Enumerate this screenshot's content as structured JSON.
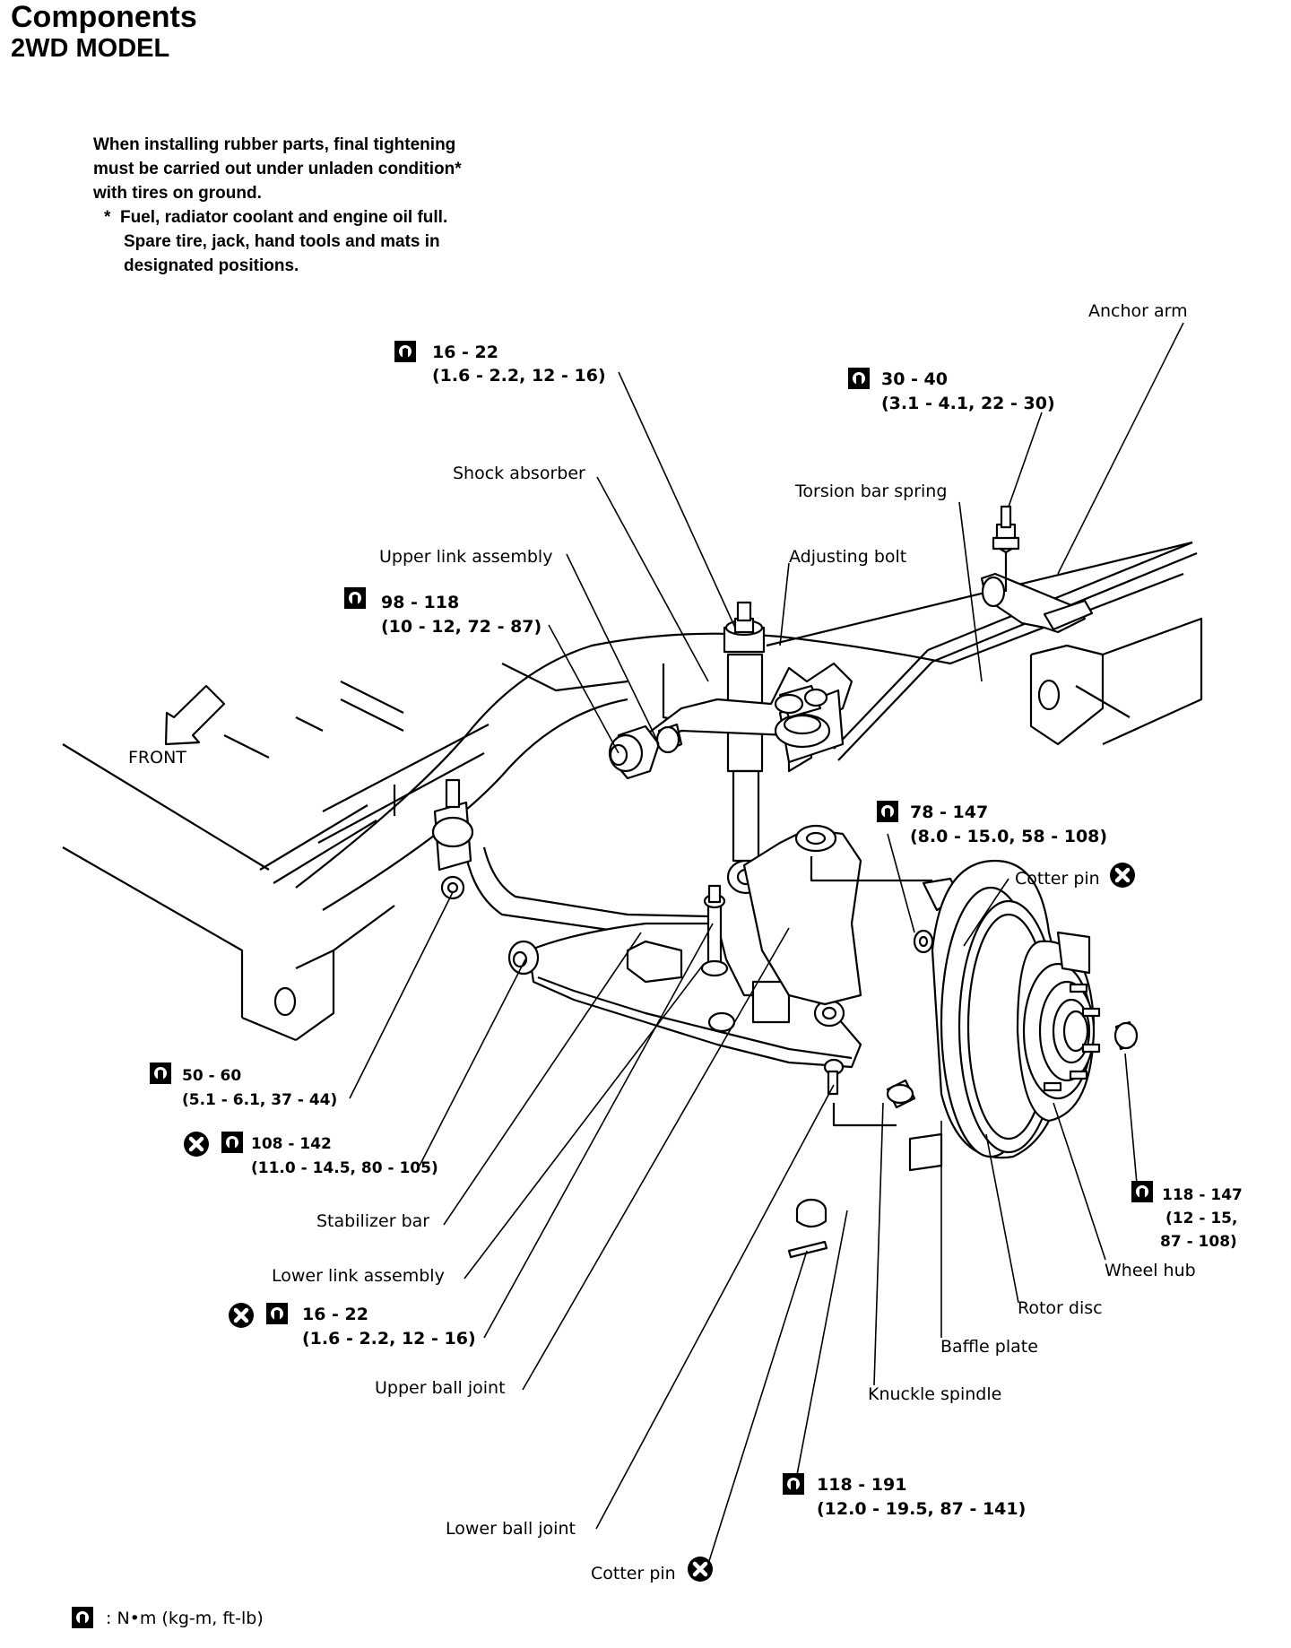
{
  "header": {
    "title": "Components",
    "subtitle": "2WD MODEL"
  },
  "note": {
    "lines": [
      "When installing rubber parts, final tightening",
      "must be carried out under unladen condition*",
      "with tires on ground."
    ],
    "footnote_mark": "*",
    "footnote_lines": [
      "Fuel, radiator coolant and engine oil full.",
      "Spare tire, jack, hand tools and mats in",
      "designated positions."
    ]
  },
  "labels": {
    "anchor_arm": "Anchor arm",
    "shock_absorber": "Shock absorber",
    "torsion_bar_spring": "Torsion bar spring",
    "upper_link_assembly": "Upper link assembly",
    "adjusting_bolt": "Adjusting bolt",
    "front": "FRONT",
    "cotter_pin_upper": "Cotter pin",
    "stabilizer_bar": "Stabilizer bar",
    "lower_link_assembly": "Lower link assembly",
    "upper_ball_joint": "Upper ball joint",
    "lower_ball_joint": "Lower ball joint",
    "cotter_pin_lower": "Cotter pin",
    "wheel_hub": "Wheel hub",
    "rotor_disc": "Rotor disc",
    "baffle_plate": "Baffle plate",
    "knuckle_spindle": "Knuckle spindle"
  },
  "torques": {
    "t1": {
      "nm": "16 - 22",
      "alt": "(1.6 - 2.2, 12 - 16)"
    },
    "t2": {
      "nm": "30 - 40",
      "alt": "(3.1 - 4.1, 22 - 30)"
    },
    "t3": {
      "nm": "98 - 118",
      "alt": "(10 - 12, 72 - 87)"
    },
    "t4": {
      "nm": "78 - 147",
      "alt": "(8.0 - 15.0, 58 - 108)"
    },
    "t5": {
      "nm": "50 - 60",
      "alt": "(5.1 - 6.1, 37 - 44)"
    },
    "t6": {
      "nm": "108 - 142",
      "alt": "(11.0 - 14.5, 80 - 105)"
    },
    "t7": {
      "nm": "16 - 22",
      "alt": "(1.6 - 2.2, 12 - 16)"
    },
    "t8": {
      "nm": "118 - 147",
      "alt1": "(12 - 15,",
      "alt2": "87 - 108)"
    },
    "t9": {
      "nm": "118 - 191",
      "alt": "(12.0 - 19.5, 87 - 141)"
    }
  },
  "legend": {
    "text": ": N•m (kg-m, ft-lb)"
  },
  "icons": {
    "torque": "torque-wrench-icon",
    "replace": "do-not-reuse-icon"
  }
}
